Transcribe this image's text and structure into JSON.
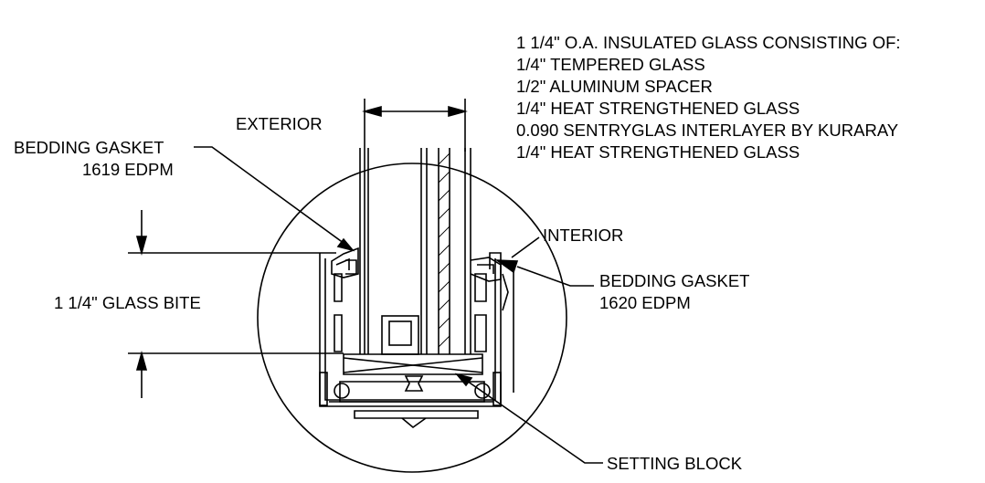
{
  "spec": {
    "lines": [
      "1 1/4\" O.A.  INSULATED GLASS CONSISTING OF:",
      "1/4\" TEMPERED GLASS",
      "1/2\" ALUMINUM SPACER",
      "1/4\" HEAT STRENGTHENED GLASS",
      "0.090 SENTRYGLAS INTERLAYER BY KURARAY",
      "1/4\" HEAT STRENGTHENED GLASS"
    ]
  },
  "labels": {
    "exterior": "EXTERIOR",
    "interior": "INTERIOR",
    "bedding_gasket_left": "BEDDING GASKET",
    "bedding_gasket_left_code": "1619 EDPM",
    "bedding_gasket_right": "BEDDING GASKET",
    "bedding_gasket_right_code": "1620 EDPM",
    "glass_bite": "1 1/4\" GLASS BITE",
    "setting_block": "SETTING BLOCK"
  }
}
